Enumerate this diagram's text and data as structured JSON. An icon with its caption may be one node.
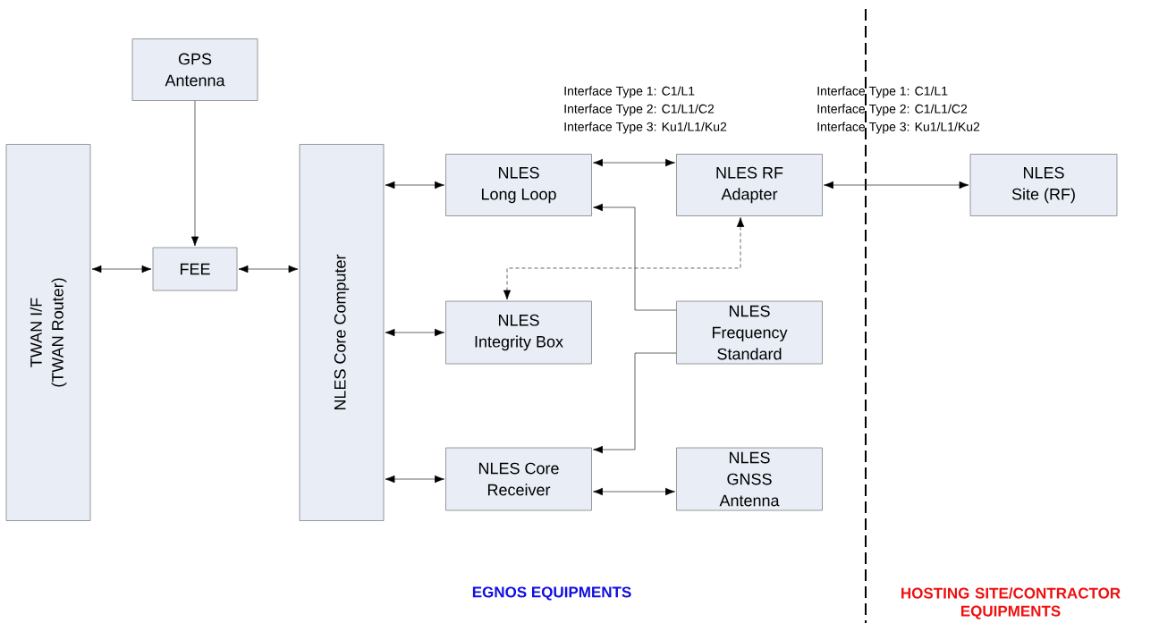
{
  "diagram": {
    "nodes": [
      {
        "text": [
          "GPS Antenna"
        ]
      },
      {
        "text": [
          "TWAN I/F (TWAN Router)"
        ]
      },
      {
        "text": [
          "FEE"
        ]
      },
      {
        "text": [
          "NLES Core Computer"
        ]
      },
      {
        "text": [
          "NLES Long Loop"
        ]
      },
      {
        "text": [
          "NLES RF Adapter"
        ]
      },
      {
        "text": [
          "NLES Site (RF)"
        ]
      },
      {
        "text": [
          "NLES Integrity Box"
        ]
      },
      {
        "text": [
          "NLES Frequency Standard"
        ]
      },
      {
        "text": [
          "NLES Core Receiver"
        ]
      },
      {
        "text": [
          "NLES GNSS Antenna"
        ]
      }
    ],
    "edges": [
      {
        "from": 0,
        "to": 2,
        "arrow": "to"
      },
      {
        "from": 1,
        "to": 2,
        "arrow": "both"
      },
      {
        "from": 2,
        "to": 3,
        "arrow": "both"
      },
      {
        "from": 3,
        "to": 4,
        "arrow": "both"
      },
      {
        "from": 3,
        "to": 7,
        "arrow": "both"
      },
      {
        "from": 3,
        "to": 9,
        "arrow": "both"
      },
      {
        "from": 4,
        "to": 5,
        "arrow": "both"
      },
      {
        "from": 5,
        "to": 6,
        "arrow": "both"
      },
      {
        "from": 8,
        "to": 4,
        "arrow": "to"
      },
      {
        "from": 8,
        "to": 9,
        "arrow": "to"
      },
      {
        "from": 5,
        "to": 7,
        "arrow": "both",
        "style": "dashed"
      },
      {
        "from": 9,
        "to": 10,
        "arrow": "both"
      }
    ],
    "labels": [
      "Interface Type 1: C1/L1",
      "Interface Type 2: C1/L1/C2",
      "Interface Type 3: Ku1/L1/Ku2",
      "Interface Type 1: C1/L1",
      "Interface Type 2: C1/L1/C2",
      "Interface Type 3: Ku1/L1/Ku2",
      "EGNOS EQUIPMENTS",
      "HOSTING SITE/CONTRACTOR EQUIPMENTS"
    ]
  }
}
